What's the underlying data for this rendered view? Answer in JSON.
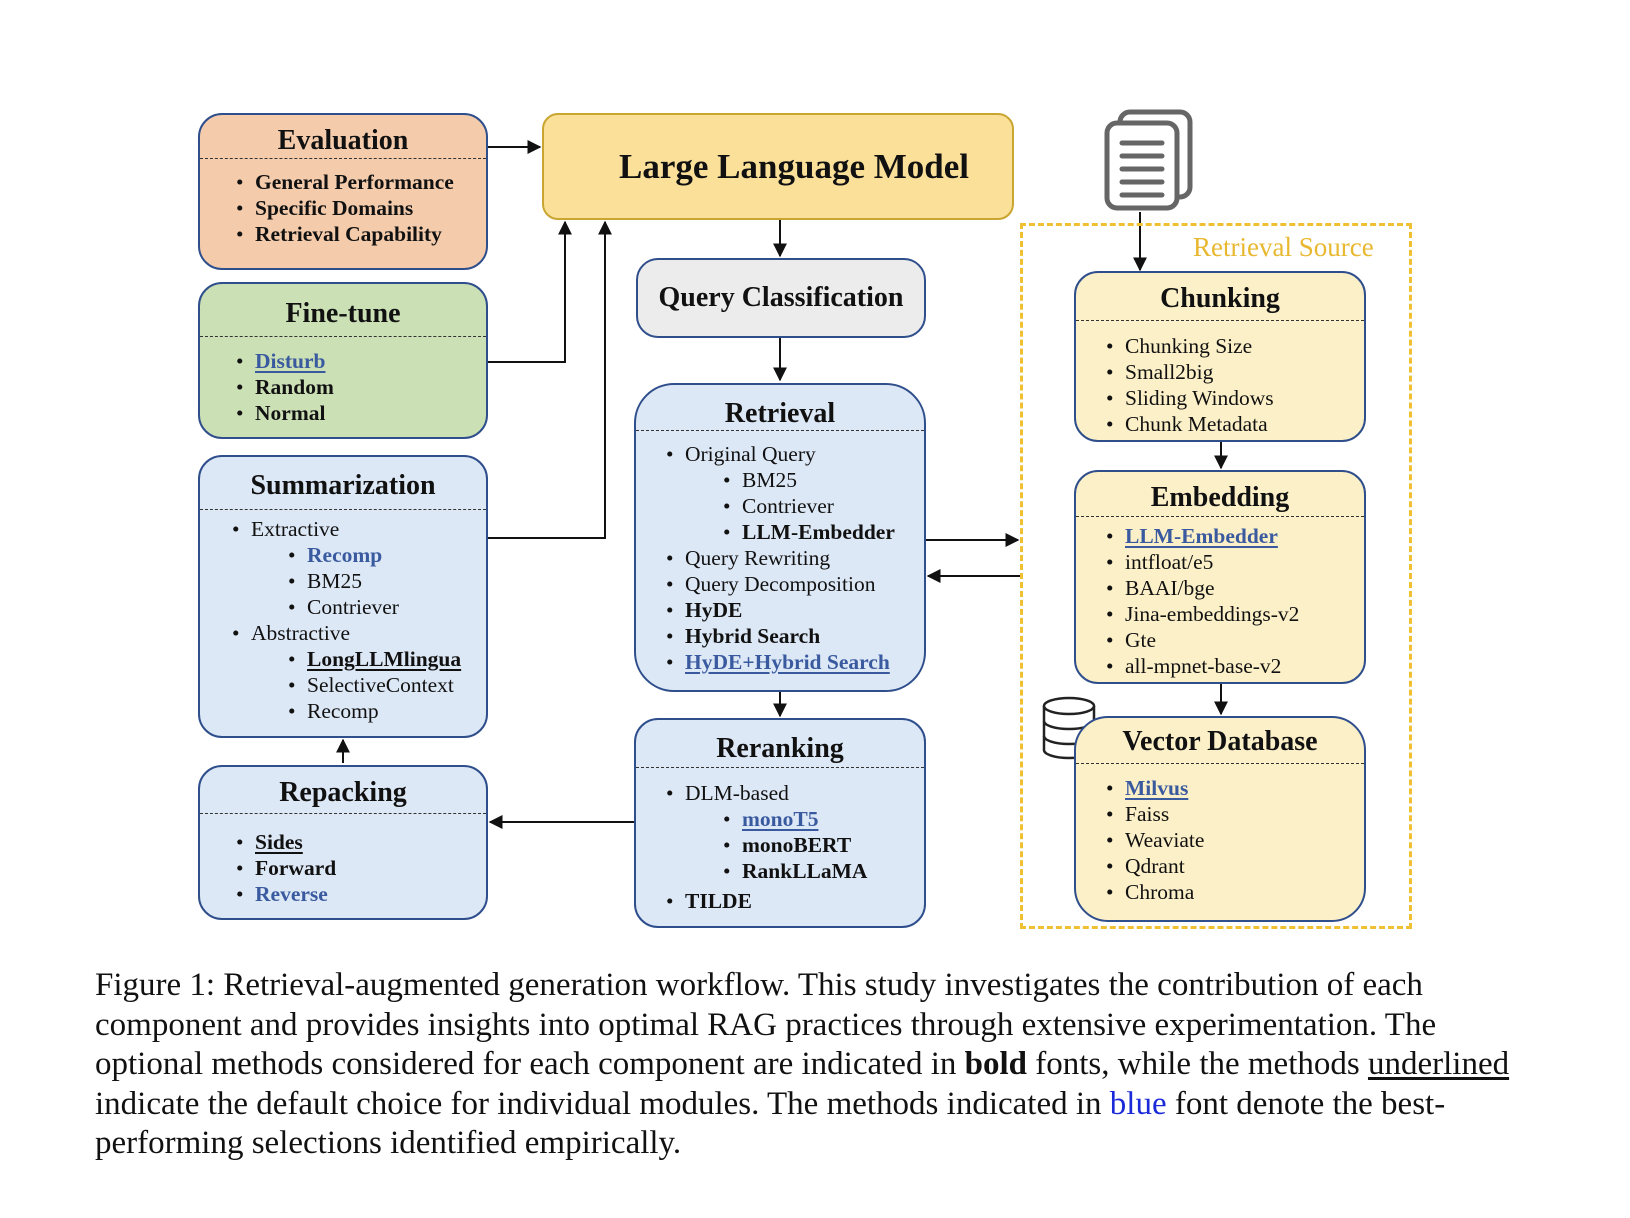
{
  "llm": {
    "title": "Large Language Model"
  },
  "evaluation": {
    "title": "Evaluation",
    "items": [
      "General Performance",
      "Specific Domains",
      "Retrieval Capability"
    ]
  },
  "finetune": {
    "title": "Fine-tune",
    "items": [
      "Disturb",
      "Random",
      "Normal"
    ]
  },
  "summarization": {
    "title": "Summarization",
    "extractive": "Extractive",
    "extractive_items": [
      "Recomp",
      "BM25",
      "Contriever"
    ],
    "abstractive": "Abstractive",
    "abstractive_items": [
      "LongLLMlingua",
      "SelectiveContext",
      "Recomp"
    ]
  },
  "repacking": {
    "title": "Repacking",
    "items": [
      "Sides",
      "Forward",
      "Reverse"
    ]
  },
  "query_classification": {
    "title": "Query Classification"
  },
  "retrieval": {
    "title": "Retrieval",
    "original_query": "Original Query",
    "original_query_items": [
      "BM25",
      "Contriever",
      "LLM-Embedder"
    ],
    "items": [
      "Query Rewriting",
      "Query Decomposition",
      "HyDE",
      "Hybrid Search",
      "HyDE+Hybrid Search"
    ]
  },
  "reranking": {
    "title": "Reranking",
    "dlm": "DLM-based",
    "dlm_items": [
      "monoT5",
      "monoBERT",
      "RankLLaMA"
    ],
    "tilde": "TILDE"
  },
  "retrieval_source": {
    "label": "Retrieval Source"
  },
  "chunking": {
    "title": "Chunking",
    "items": [
      "Chunking Size",
      "Small2big",
      "Sliding Windows",
      "Chunk Metadata"
    ]
  },
  "embedding": {
    "title": "Embedding",
    "items": [
      "LLM-Embedder",
      "intfloat/e5",
      "BAAI/bge",
      "Jina-embeddings-v2",
      "Gte",
      "all-mpnet-base-v2"
    ]
  },
  "vector_database": {
    "title": "Vector Database",
    "items": [
      "Milvus",
      "Faiss",
      "Weaviate",
      "Qdrant",
      "Chroma"
    ]
  },
  "caption": {
    "p1": "Figure 1:   Retrieval-augmented generation workflow. This study investigates the contribution of each component and provides insights into optimal RAG practices through extensive experimentation. The optional methods considered for each component are indicated in ",
    "bold_word": "bold",
    "p2": " fonts, while the methods ",
    "underline_word": "underlined",
    "p3": " indicate the default choice for individual modules. The methods indicated in ",
    "blue_word": "blue",
    "p4": " font denote the best-performing selections identified empirically."
  },
  "colors": {
    "box_border": "#2f4e8c",
    "evaluation_fill": "#f4ccac",
    "finetune_fill": "#cce0b6",
    "blue_fill": "#dde8f6",
    "yellow_fill": "#fcf0c8",
    "llm_fill": "#fbe09a",
    "source_dash": "#efc033",
    "best_blue": "#3a5aa0"
  }
}
